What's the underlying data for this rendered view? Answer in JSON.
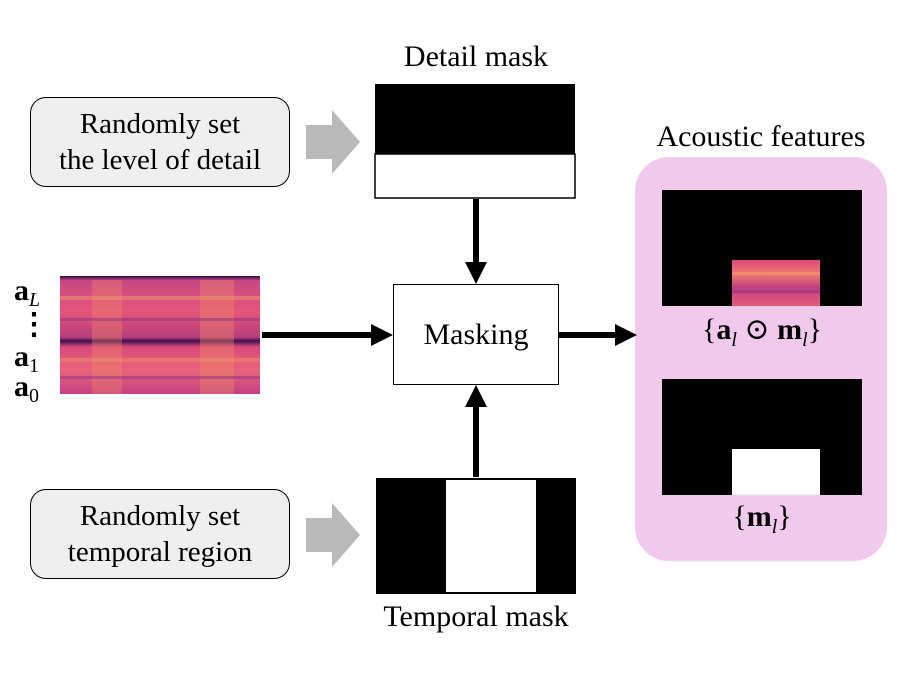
{
  "boxes": {
    "detail_box": [
      "Randomly set",
      "the level of detail"
    ],
    "temporal_box": [
      "Randomly set",
      "temporal region"
    ]
  },
  "labels": {
    "detail_mask": "Detail mask",
    "temporal_mask": "Temporal mask",
    "masking": "Masking",
    "acoustic_features": "Acoustic features"
  },
  "formulas": {
    "masked_features": {
      "open": "{",
      "a": "a",
      "a_sub": "l",
      "op": " ⊙ ",
      "m": "m",
      "m_sub": "l",
      "close": "}"
    },
    "masks": {
      "open": "{",
      "m": "m",
      "m_sub": "l",
      "close": "}"
    }
  },
  "feature_axis": {
    "top": {
      "base": "a",
      "sub": "L"
    },
    "dots": "⋮",
    "mid": {
      "base": "a",
      "sub": "1"
    },
    "bottom": {
      "base": "a",
      "sub": "0"
    }
  },
  "colors": {
    "panel": "#f0c9ec",
    "box_fill": "#efefef",
    "gray_arrow": "#b9b9b9",
    "spectrogram_base": "#d9457a",
    "spectrogram_highlight": "#f08a66"
  }
}
